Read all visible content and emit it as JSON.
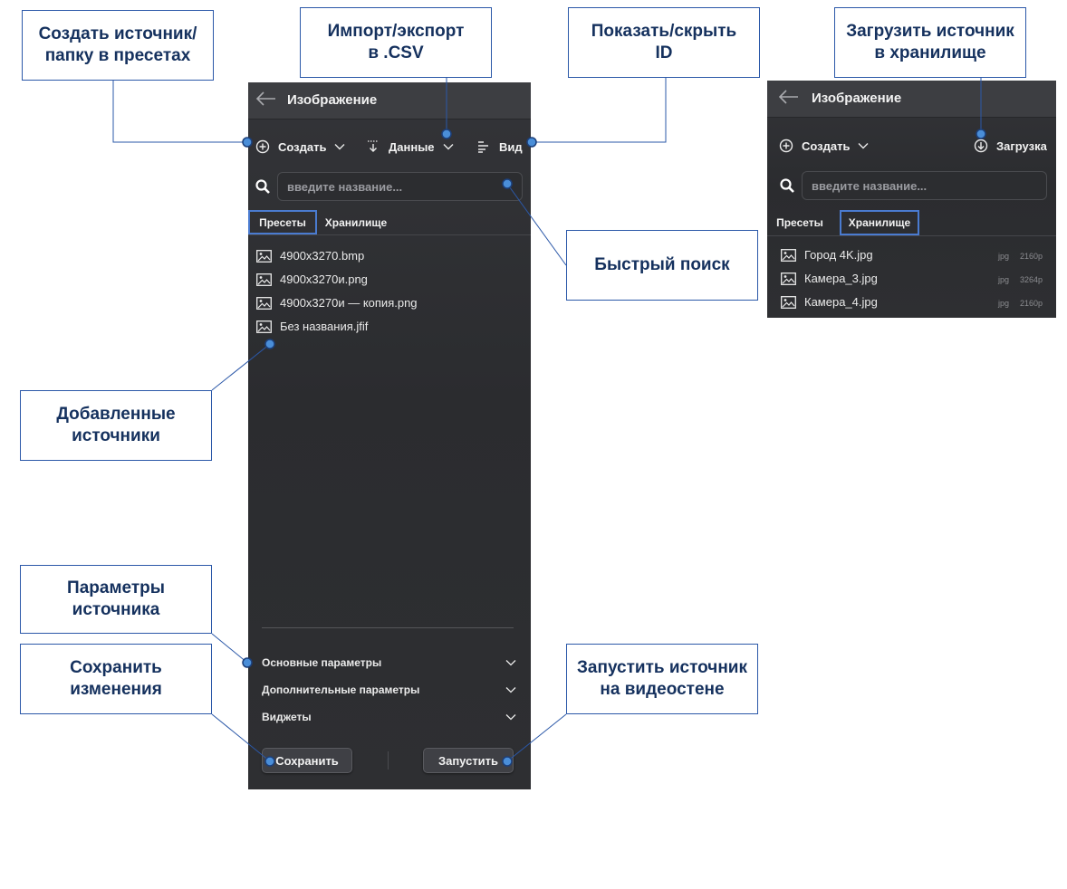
{
  "left_panel": {
    "title": "Изображение",
    "toolbar": {
      "create": "Создать",
      "data": "Данные",
      "view": "Вид"
    },
    "search_placeholder": "введите название...",
    "tabs": [
      "Пресеты",
      "Хранилище"
    ],
    "files": [
      "4900x3270.bmp",
      "4900x3270и.png",
      "4900x3270и — копия.png",
      "Без названия.jfif"
    ],
    "params": [
      "Основные параметры",
      "Дополнительные параметры",
      "Виджеты"
    ],
    "buttons": {
      "save": "Сохранить",
      "launch": "Запустить"
    }
  },
  "right_panel": {
    "title": "Изображение",
    "toolbar": {
      "create": "Создать",
      "upload": "Загрузка"
    },
    "search_placeholder": "введите название...",
    "tabs": [
      "Пресеты",
      "Хранилище"
    ],
    "files": [
      {
        "name": "Город 4K.jpg",
        "ext": "jpg",
        "res": "2160p"
      },
      {
        "name": "Камера_3.jpg",
        "ext": "jpg",
        "res": "3264p"
      },
      {
        "name": "Камера_4.jpg",
        "ext": "jpg",
        "res": "2160p"
      }
    ]
  },
  "callouts": {
    "create": "Создать источник/\nпапку в пресетах",
    "import_export": "Импорт/экспорт\nв .CSV",
    "show_id": "Показать/скрыть\nID",
    "upload": "Загрузить источник\nв хранилище",
    "quick_search": "Быстрый поиск",
    "added_sources": "Добавленные\nисточники",
    "source_params": "Параметры\nисточника",
    "save_changes": "Сохранить\nизменения",
    "launch_on_wall": "Запустить источник\nна видеостене"
  },
  "colors": {
    "callout_border": "#2b58a8",
    "callout_text": "#15315e",
    "panel_bg": "#2e2f32",
    "active_tab": "#4a7bd0"
  }
}
